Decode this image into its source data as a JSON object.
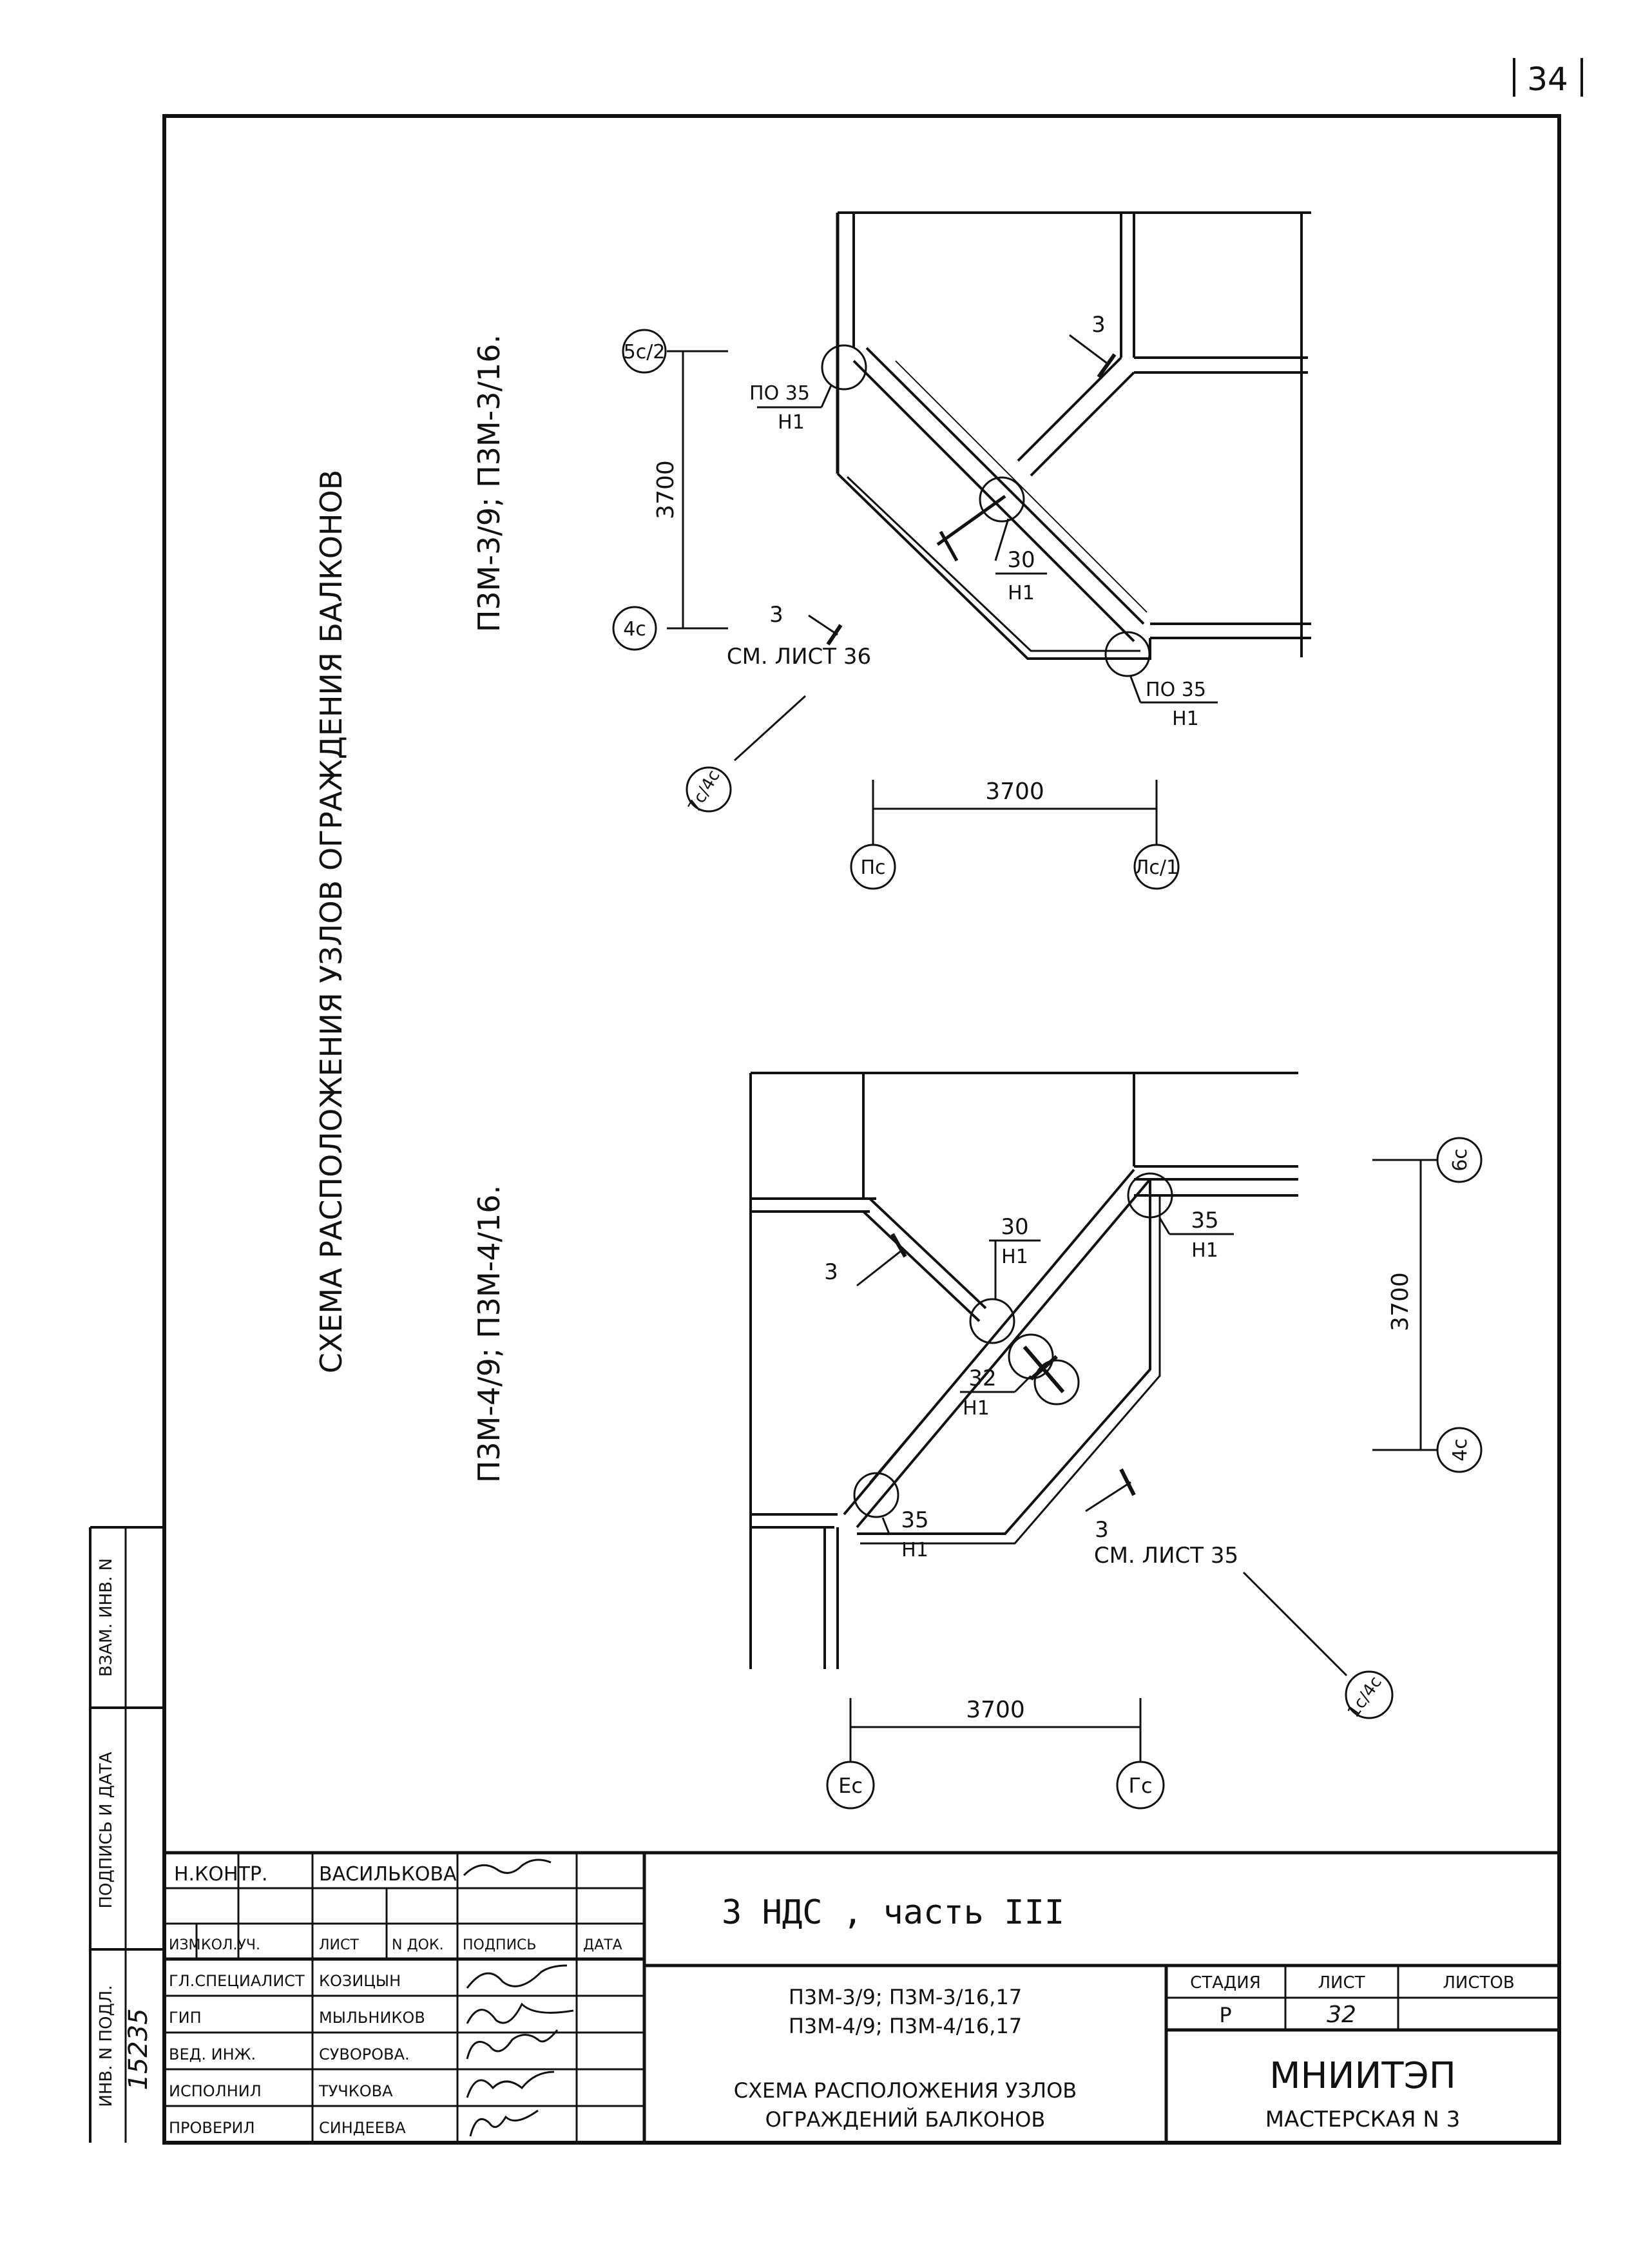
{
  "page": {
    "number": "34"
  },
  "main_title": "СХЕМА РАСПОЛОЖЕНИЯ УЗЛОВ ОГРАЖДЕНИЯ БАЛКОНОВ",
  "top_plan": {
    "series_label": "П3М-3/9; П3М-3/16.",
    "dim_vertical": "3700",
    "dim_horizontal": "3700",
    "axes": {
      "top_left": "5с/2",
      "bottom_left": "4с",
      "slanted": "7с/4с",
      "bottom_a": "Пс",
      "bottom_b": "Лс/1"
    },
    "section_mark": "3",
    "section_mark_ref": "3",
    "section_ref_text": "СМ. ЛИСТ 36",
    "callouts": [
      {
        "num": "ПО 35",
        "den": "Н1"
      },
      {
        "num": "30",
        "den": "Н1"
      },
      {
        "num": "ПО 35",
        "den": "Н1"
      }
    ]
  },
  "bottom_plan": {
    "series_label": "П3М-4/9; П3М-4/16.",
    "dim_vertical": "3700",
    "dim_horizontal": "3700",
    "axes": {
      "top_right": "6с",
      "bottom_right": "4с",
      "slanted": "1с/4с",
      "bottom_a": "Ес",
      "bottom_b": "Гс"
    },
    "section_mark": "3",
    "section_mark_ref": "3",
    "section_ref_text": "СМ. ЛИСТ 35",
    "callouts": [
      {
        "num": "30",
        "den": "Н1"
      },
      {
        "num": "35",
        "den": "Н1"
      },
      {
        "num": "32",
        "den": "Н1"
      },
      {
        "num": "35",
        "den": "Н1"
      }
    ]
  },
  "side_stamp": {
    "labels": [
      "ВЗАМ. ИНВ. N",
      "ПОДПИСЬ И ДАТА",
      "ИНВ. N ПОДЛ."
    ],
    "inv_number": "15235"
  },
  "title_block": {
    "norm_control_role": "Н.КОНТР.",
    "norm_control_name": "ВАСИЛЬКОВА",
    "columns": [
      "ИЗМ.",
      "КОЛ.УЧ.",
      "ЛИСТ",
      "N ДОК.",
      "ПОДПИСЬ",
      "ДАТА"
    ],
    "people": [
      {
        "role": "ГЛ.СПЕЦИАЛИСТ",
        "name": "КОЗИЦЫН"
      },
      {
        "role": "ГИП",
        "name": "МЫЛЬНИКОВ"
      },
      {
        "role": "ВЕД. ИНЖ.",
        "name": "СУВОРОВА."
      },
      {
        "role": "ИСПОЛНИЛ",
        "name": "ТУЧКОВА"
      },
      {
        "role": "ПРОВЕРИЛ",
        "name": "СИНДЕЕВА"
      }
    ],
    "project": "3 НДС , часть III",
    "series_line1": "П3М-3/9; П3М-3/16,17",
    "series_line2": "П3М-4/9; П3М-4/16,17",
    "sheet_title_line1": "СХЕМА РАСПОЛОЖЕНИЯ УЗЛОВ",
    "sheet_title_line2": "ОГРАЖДЕНИЙ БАЛКОНОВ",
    "stage_label": "СТАДИЯ",
    "sheet_label": "ЛИСТ",
    "sheets_label": "ЛИСТОВ",
    "stage": "Р",
    "sheet": "32",
    "sheets": "",
    "org": "МНИИТЭП",
    "workshop": "МАСТЕРСКАЯ N 3"
  }
}
